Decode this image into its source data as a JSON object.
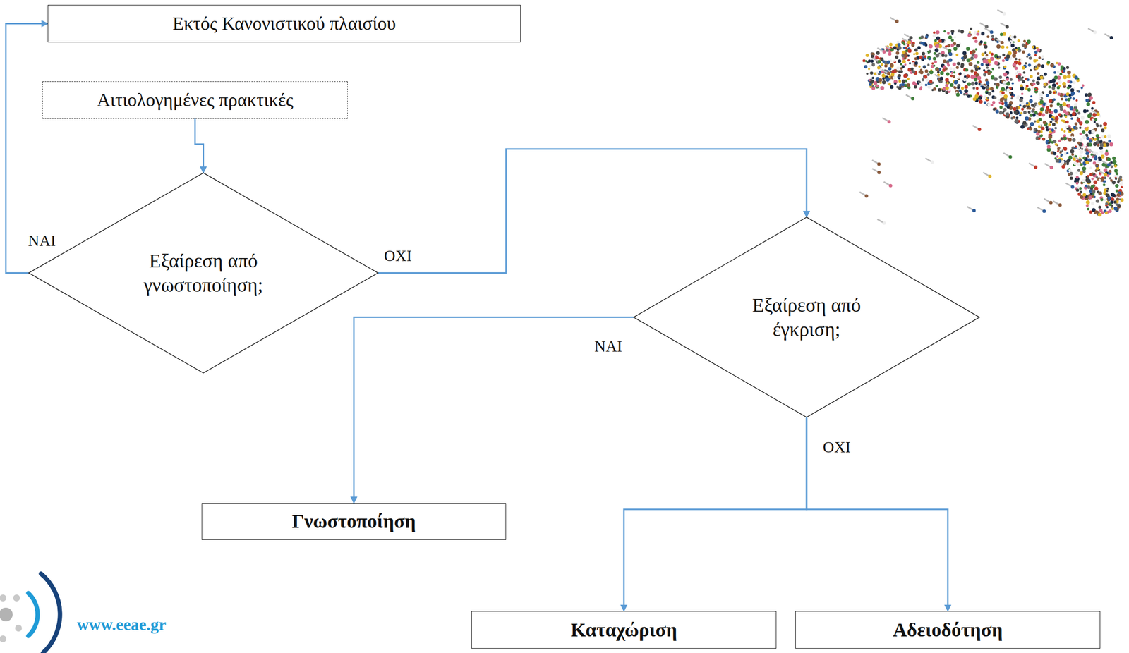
{
  "diagram": {
    "nodes": [
      {
        "text": [
          "Εκτός Κανονιστικού πλαισίου"
        ]
      },
      {
        "text": [
          "Αιτιολογημένες πρακτικές"
        ]
      },
      {
        "text": [
          "Εξαίρεση από γνωστοποίηση;"
        ]
      },
      {
        "text": [
          "Εξαίρεση από έγκριση;"
        ]
      },
      {
        "text": [
          "Γνωστοποίηση"
        ]
      },
      {
        "text": [
          "Καταχώριση"
        ]
      },
      {
        "text": [
          "Αδειοδότηση"
        ]
      }
    ],
    "edges": [
      {
        "from": 1,
        "to": 2,
        "arrow": "to"
      },
      {
        "from": 2,
        "to": 0,
        "arrow": "to",
        "label": "ΝΑΙ"
      },
      {
        "from": 2,
        "to": 3,
        "arrow": "to",
        "label": "ΟΧΙ"
      },
      {
        "from": 3,
        "to": 4,
        "arrow": "to",
        "label": "ΝΑΙ"
      },
      {
        "from": 3,
        "to": 5,
        "arrow": "to",
        "label": "ΟΧΙ"
      },
      {
        "from": 3,
        "to": 6,
        "arrow": "to"
      }
    ],
    "labels": [
      "www.eeae.gr"
    ]
  }
}
